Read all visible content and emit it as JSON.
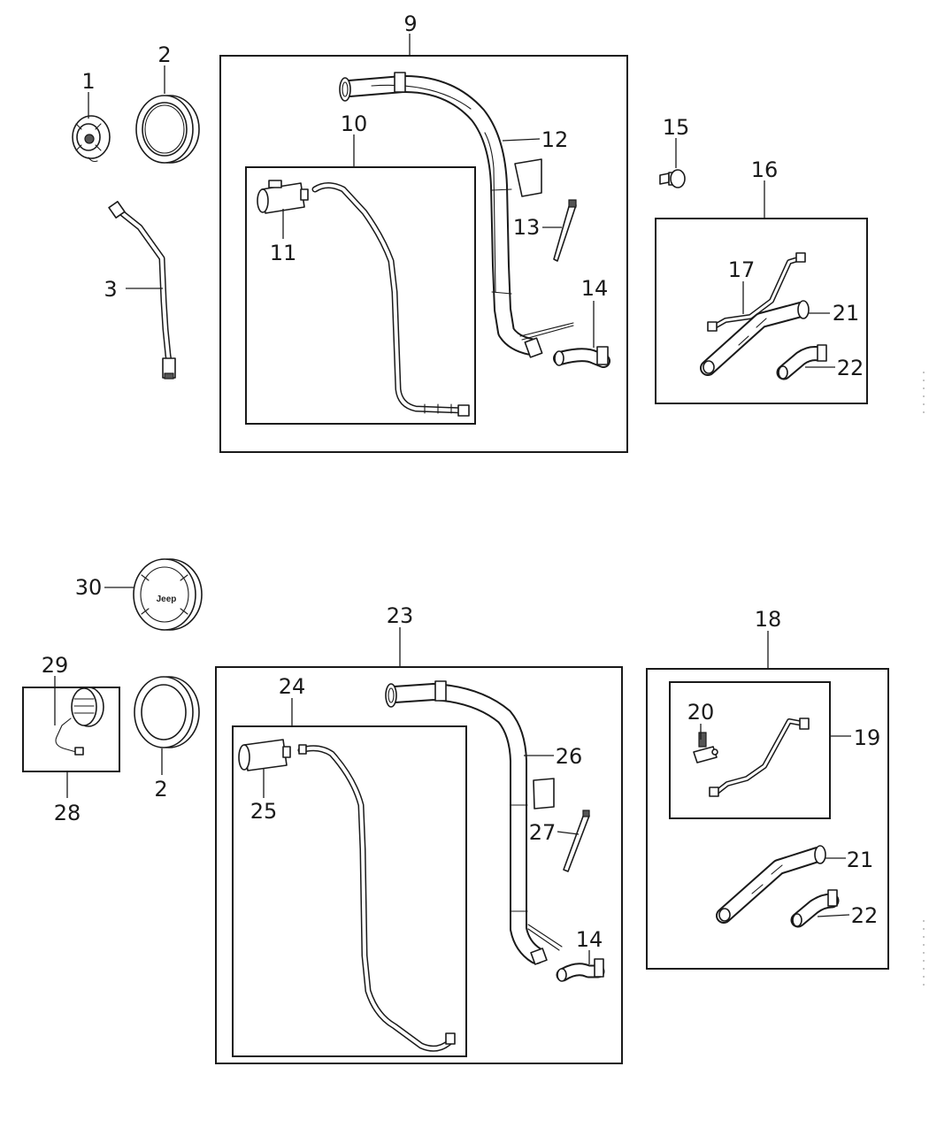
{
  "callouts": {
    "c1": "1",
    "c2a": "2",
    "c2b": "2",
    "c3": "3",
    "c9": "9",
    "c10": "10",
    "c11": "11",
    "c12": "12",
    "c13": "13",
    "c14a": "14",
    "c15": "15",
    "c16": "16",
    "c17": "17",
    "c21a": "21",
    "c22a": "22",
    "c30": "30",
    "c23": "23",
    "c18": "18",
    "c29": "29",
    "c24": "24",
    "c20": "20",
    "c19": "19",
    "c26": "26",
    "c25": "25",
    "c28": "28",
    "c27": "27",
    "c21b": "21",
    "c14b": "14",
    "c22b": "22"
  },
  "fuel_door_logo": "Jeep"
}
